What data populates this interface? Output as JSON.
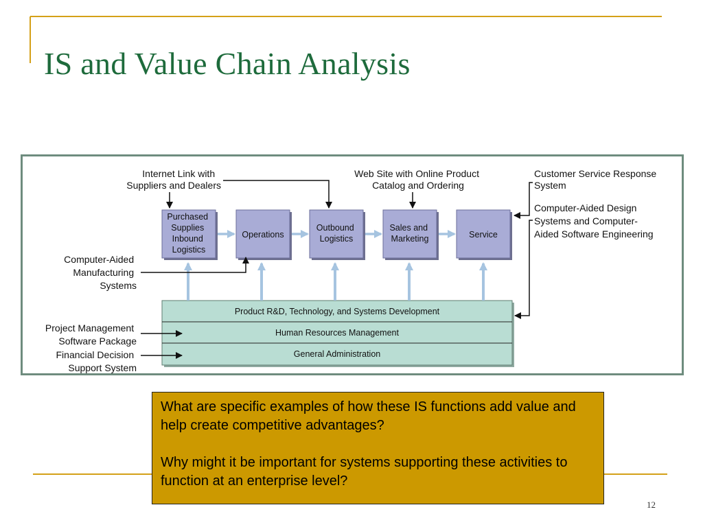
{
  "slide": {
    "title": "IS and Value Chain Analysis",
    "page_number": "12"
  },
  "diagram": {
    "primary_activities": [
      {
        "lines": [
          "Purchased",
          "Supplies",
          "Inbound",
          "Logistics"
        ]
      },
      {
        "lines": [
          "Operations"
        ]
      },
      {
        "lines": [
          "Outbound",
          "Logistics"
        ]
      },
      {
        "lines": [
          "Sales and",
          "Marketing"
        ]
      },
      {
        "lines": [
          "Service"
        ]
      }
    ],
    "support_activities": [
      "Product R&D, Technology, and Systems Development",
      "Human Resources Management",
      "General Administration"
    ],
    "systems": {
      "internet_link": [
        "Internet Link with",
        "Suppliers and Dealers"
      ],
      "web_site": [
        "Web Site with Online Product",
        "Catalog and Ordering"
      ],
      "customer_service": [
        "Customer Service Response",
        "System"
      ],
      "cad": [
        "Computer-Aided Design",
        "Systems and Computer-",
        "Aided Software Engineering"
      ],
      "cam": [
        "Computer-Aided",
        "Manufacturing",
        "Systems"
      ],
      "project_mgmt": [
        "Project Management",
        "Software Package"
      ],
      "financial": [
        "Financial Decision",
        "Support System"
      ]
    }
  },
  "callout": {
    "question_1": "What are specific examples of how these IS functions add value and help create competitive advantages?",
    "question_2": "Why might it be important for systems supporting these activities to function at an enterprise level?"
  },
  "colors": {
    "title": "#1e6b3c",
    "accent_line": "#d4a017",
    "box_fill": "#a9acd6",
    "bar_fill": "#b9ddd3",
    "flow_arrow": "#a6c4e0",
    "callout_fill": "#cc9900",
    "frame": "#6e8c7e"
  }
}
